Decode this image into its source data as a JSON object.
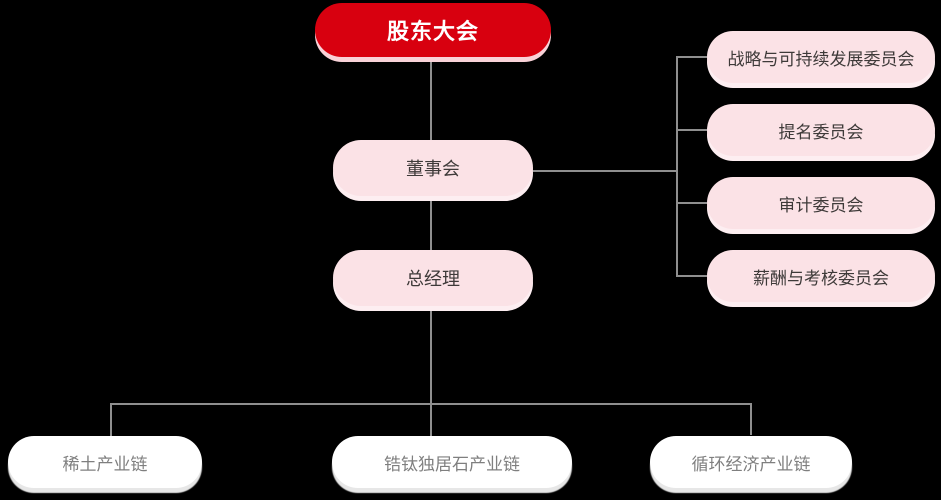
{
  "diagram": {
    "root": "股东大会",
    "board": "董事会",
    "general_manager": "总经理",
    "committees": [
      "战略与可持续发展委员会",
      "提名委员会",
      "审计委员会",
      "薪酬与考核委员会"
    ],
    "industry_chains": [
      "稀土产业链",
      "锆钛独居石产业链",
      "循环经济产业链"
    ],
    "colors": {
      "root_bg": "#D8000F",
      "root_text": "#FFFFFF",
      "node_bg": "#FBE2E6",
      "node_text": "#3E3A39",
      "chain_bg": "#FFFFFF",
      "chain_text": "#7F7F7F",
      "connector": "#8F8F8F",
      "background": "#000000"
    }
  }
}
